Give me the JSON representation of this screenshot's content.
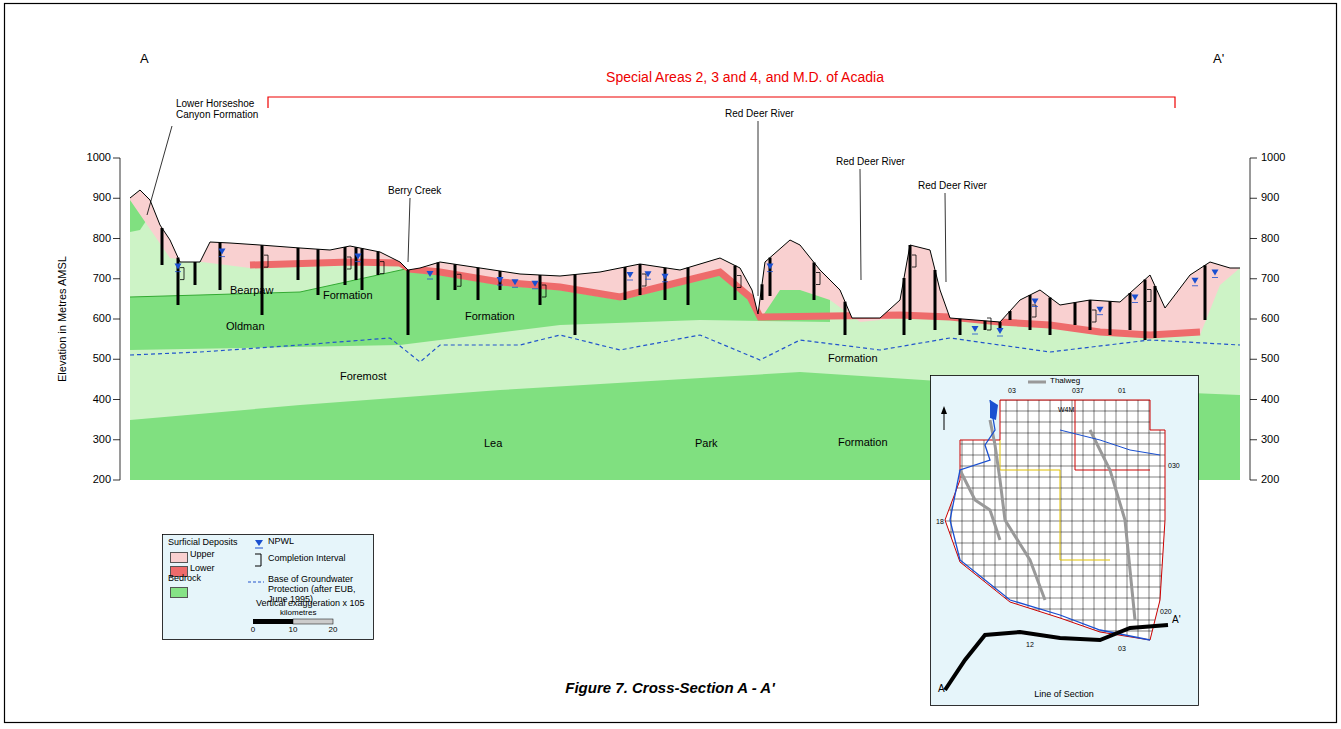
{
  "diagram": {
    "title": "Special Areas 2, 3 and 4, and M.D. of Acadia",
    "caption": "Figure 7. Cross-Section A - A'",
    "labels": [
      "A",
      "A'",
      "1000",
      "900",
      "800",
      "700",
      "600",
      "500",
      "400",
      "300",
      "200",
      "1000",
      "900",
      "800",
      "700",
      "600",
      "500",
      "400",
      "300",
      "200",
      "Elevation in Metres AMSL",
      "Lower Horseshoe Canyon Formation",
      "Berry Creek",
      "Red Deer River",
      "Red Deer River",
      "Red Deer River",
      "Bearpaw",
      "Formation",
      "Oldman",
      "Formation",
      "Foremost",
      "Formation",
      "Lea",
      "Park",
      "Formation",
      "Surficial Deposits",
      "Vertical exaggeration x 105",
      "kilometres",
      "0",
      "10",
      "20",
      "Thalweg",
      "W4M",
      "03",
      "037",
      "01",
      "030",
      "18",
      "12",
      "020",
      "03",
      "A",
      "A'",
      "Line of Section"
    ],
    "legend": [
      {
        "text": "Upper",
        "color": "#f9d0d0"
      },
      {
        "text": "Lower",
        "color": "#ee6b6b"
      },
      {
        "text": "Bedrock",
        "color": "#86e286"
      },
      {
        "text": "NPWL"
      },
      {
        "text": "Completion Interval"
      },
      {
        "text": "Base of Groundwater Protection (after EUB, June 1995)"
      }
    ]
  }
}
